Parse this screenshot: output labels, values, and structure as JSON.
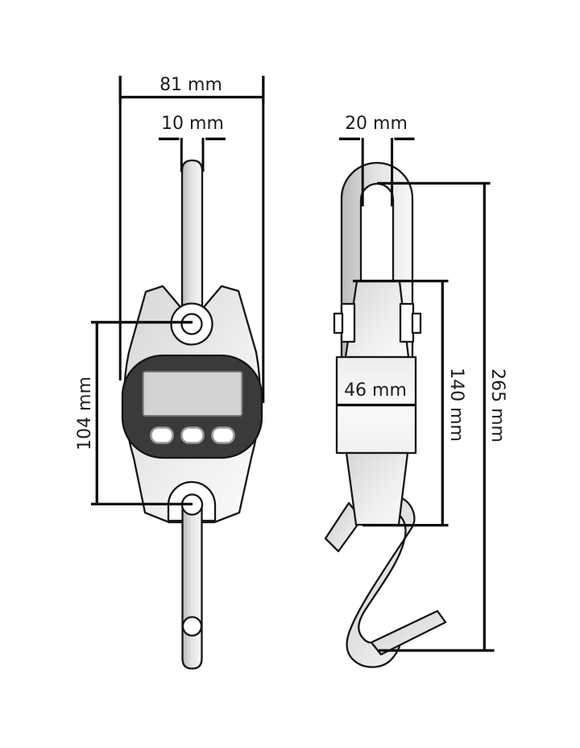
{
  "drawing": {
    "subject": "digital hanging crane scale, front and side views",
    "views": [
      "front",
      "side"
    ]
  },
  "dimensions": {
    "front_overall_width": "81 mm",
    "front_shackle_rod": "10 mm",
    "front_hook_centers": "104 mm",
    "side_shackle_width": "20 mm",
    "side_housing_depth": "46 mm",
    "side_body_height": "140 mm",
    "side_overall_height": "265 mm"
  },
  "colors": {
    "background": "#ffffff",
    "line": "#0c0c0c",
    "dimension_text": "#1d1d1d",
    "display_panel": "#3a3a3a",
    "lcd_screen": "#d2d2d2",
    "metal_shadow": "#bfbfbf",
    "metal_highlight": "#f7f7f7"
  }
}
